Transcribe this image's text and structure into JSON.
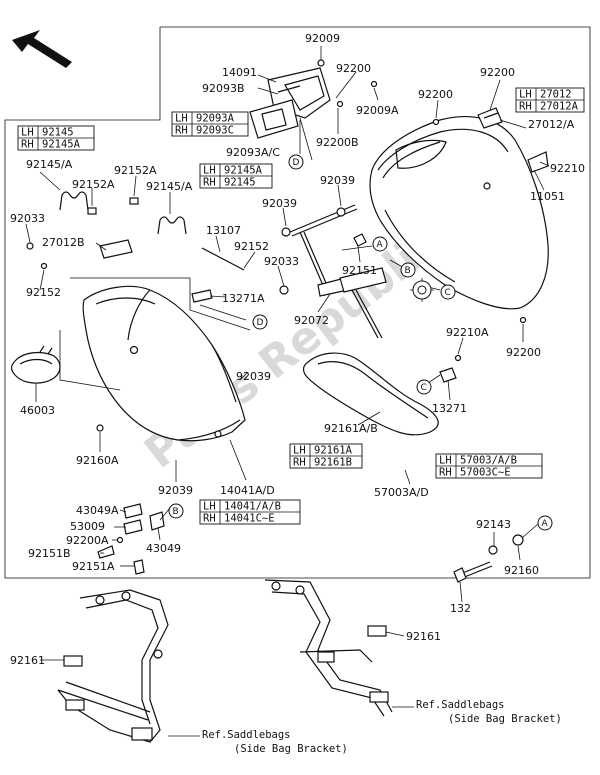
{
  "watermark": "Parts Republik",
  "labels": {
    "p92009": "92009",
    "p14091": "14091",
    "p92093B": "92093B",
    "p92200_top": "92200",
    "p92009A": "92009A",
    "p92200B": "92200B",
    "p92093AC": "92093A/C",
    "p92200_right": "92200",
    "p92200_mid": "92200",
    "p27012A": "27012/A",
    "p92210": "92210",
    "p11051": "11051",
    "p92039_a": "92039",
    "p92039_b": "92039",
    "p92145A": "92145/A",
    "p92152A_a": "92152A",
    "p92152A_b": "92152A",
    "p92145A_b": "92145/A",
    "p92033_a": "92033",
    "p27012B": "27012B",
    "p13107": "13107",
    "p92152_a": "92152",
    "p92033_b": "92033",
    "p92151": "92151",
    "p92152_b": "92152",
    "p13271A": "13271A",
    "p92072": "92072",
    "p92210A": "92210A",
    "p92200_lower": "92200",
    "p46003": "46003",
    "p92039_c": "92039",
    "p13271": "13271",
    "p92160A": "92160A",
    "p92161AB": "92161A/B",
    "p92039_d": "92039",
    "p14041AD": "14041A/D",
    "p57003AD": "57003A/D",
    "p43049A": "43049A",
    "p53009": "53009",
    "p92200A": "92200A",
    "p92151B": "92151B",
    "p92151A": "92151A",
    "p43049": "43049",
    "p92143": "92143",
    "p92160": "92160",
    "p132": "132",
    "p92161_left": "92161",
    "p92161_right": "92161",
    "ref_left_1": "Ref.Saddlebags",
    "ref_left_2": "(Side Bag Bracket)",
    "ref_right_1": "Ref.Saddlebags",
    "ref_right_2": "(Side Bag Bracket)"
  },
  "tables": {
    "t27012": [
      [
        "LH",
        "27012"
      ],
      [
        "RH",
        "27012A"
      ]
    ],
    "t92093": [
      [
        "LH",
        "92093A"
      ],
      [
        "RH",
        "92093C"
      ]
    ],
    "t92145_top": [
      [
        "LH",
        "92145"
      ],
      [
        "RH",
        "92145A"
      ]
    ],
    "t92145_mid": [
      [
        "LH",
        "92145A"
      ],
      [
        "RH",
        "92145"
      ]
    ],
    "t92161": [
      [
        "LH",
        "92161A"
      ],
      [
        "RH",
        "92161B"
      ]
    ],
    "t57003": [
      [
        "LH",
        "57003/A/B"
      ],
      [
        "RH",
        "57003C~E"
      ]
    ],
    "t14041": [
      [
        "LH",
        "14041/A/B"
      ],
      [
        "RH",
        "14041C~E"
      ]
    ]
  },
  "callouts": {
    "A": "A",
    "B": "B",
    "C": "C",
    "D": "D"
  },
  "icons": {
    "direction": "front-arrow-icon",
    "gear": "gear-icon"
  }
}
